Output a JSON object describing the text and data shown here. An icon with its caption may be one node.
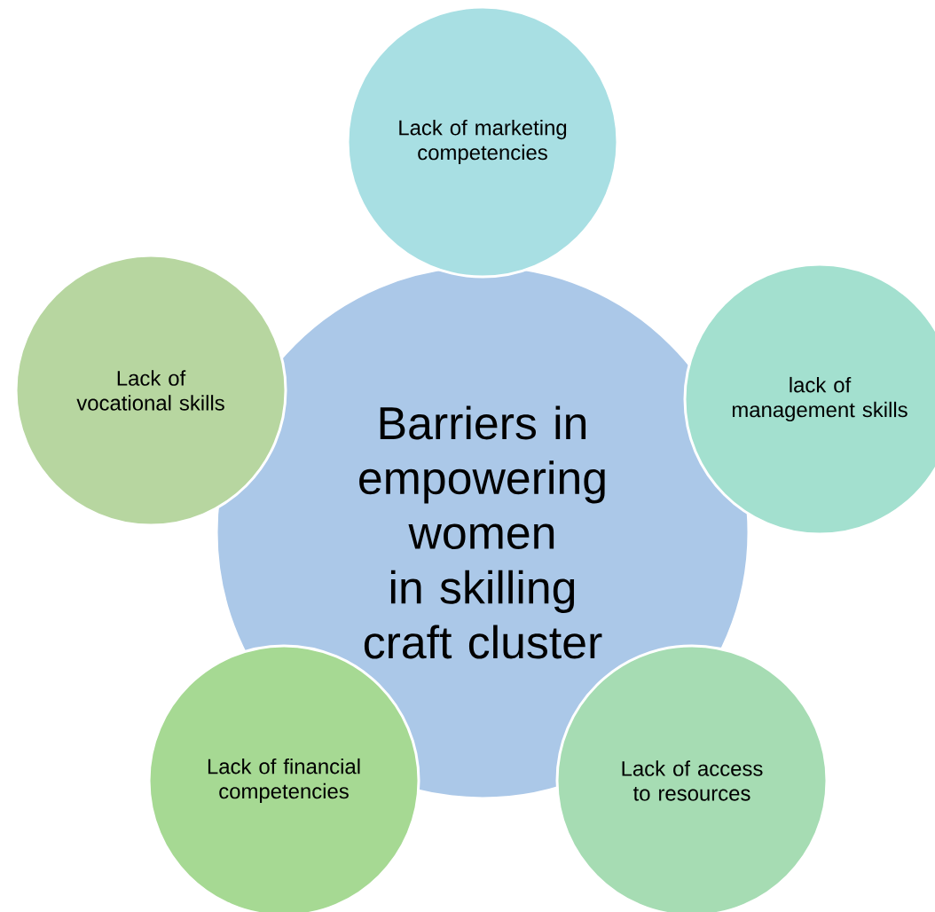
{
  "diagram": {
    "nodes": [
      {
        "text": [
          "Barriers in empowering women in skilling craft cluster"
        ]
      },
      {
        "text": [
          "Lack of marketing competencies"
        ]
      },
      {
        "text": [
          "Lack of vocational skills"
        ]
      },
      {
        "text": [
          "lack of management skills"
        ]
      },
      {
        "text": [
          "Lack of financial competencies"
        ]
      },
      {
        "text": [
          "Lack of access to resources"
        ]
      }
    ]
  }
}
